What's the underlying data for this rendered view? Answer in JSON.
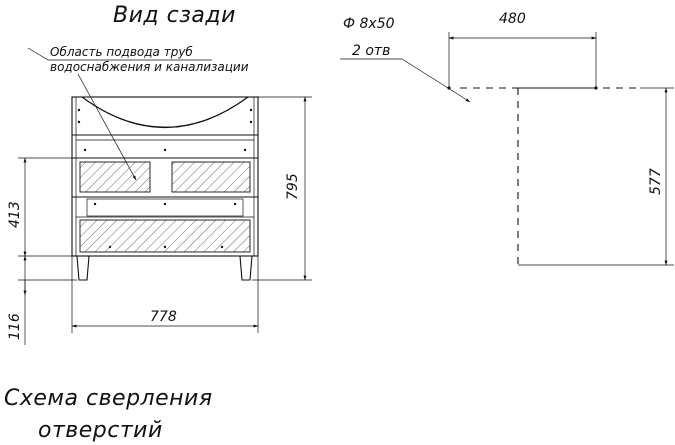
{
  "back_view": {
    "title": "Вид сзади",
    "callout_line1": "Область подвода труб",
    "callout_line2": "водоснабжения и канализации"
  },
  "dimensions": {
    "width": "778",
    "height": "795",
    "pipe_zone_height": "413",
    "leg_height": "116",
    "hole_spacing": "480",
    "hole_height": "577"
  },
  "fasteners": {
    "spec": "Ф 8х50",
    "count": "2 отв"
  },
  "drilling_scheme": {
    "title_line1": "Схема сверления",
    "title_line2": "отверстий"
  }
}
